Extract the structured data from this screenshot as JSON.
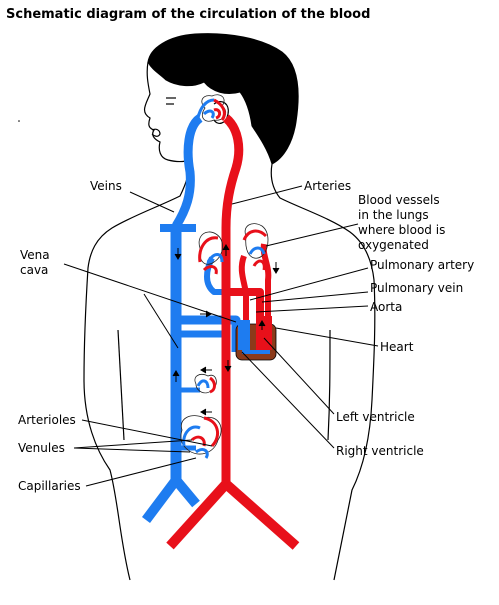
{
  "title": "Schematic diagram of the circulation of the blood",
  "labels": {
    "veins": "Veins",
    "arteries": "Arteries",
    "lung_vessels_1": "Blood vessels",
    "lung_vessels_2": "in the lungs",
    "lung_vessels_3": "where blood is",
    "lung_vessels_4": "oxygenated",
    "vena_cava_1": "Vena",
    "vena_cava_2": "cava",
    "pulmonary_artery": "Pulmonary artery",
    "pulmonary_vein": "Pulmonary vein",
    "aorta": "Aorta",
    "heart": "Heart",
    "left_ventricle": "Left ventricle",
    "right_ventricle": "Right ventricle",
    "arterioles": "Arterioles",
    "venules": "Venules",
    "capillaries": "Capillaries"
  },
  "colors": {
    "oxygenated": "#e8101a",
    "deoxygenated": "#1e7cf0",
    "hair": "#000000",
    "heart": "#8b3a1a"
  }
}
